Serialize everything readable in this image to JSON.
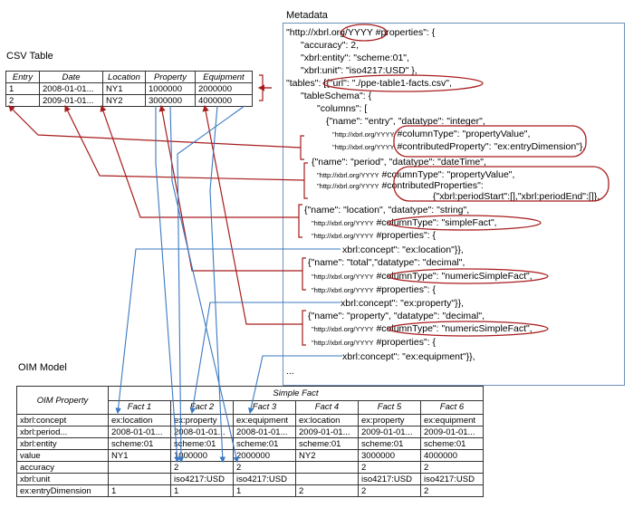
{
  "csv": {
    "title": "CSV Table",
    "headers": [
      "Entry",
      "Date",
      "Location",
      "Property",
      "Equipment"
    ],
    "rows": [
      [
        "1",
        "2008-01-01...",
        "NY1",
        "1000000",
        "2000000"
      ],
      [
        "2",
        "2009-01-01...",
        "NY2",
        "3000000",
        "4000000"
      ]
    ]
  },
  "metadata": {
    "title": "Metadata",
    "lines": [
      "\"http://xbrl.org/YYYY #properties\": {",
      "\"accuracy\": 2,",
      "\"xbrl:entity\": \"scheme:01\",",
      "\"xbrl:unit\": \"iso4217:USD\" },",
      "\"tables\": [{\"url\": \"./ppe-table1-facts.csv\",",
      "\"tableSchema\": {",
      "\"columns\": [",
      "{\"name\": \"entry\", \"datatype\": \"integer\",",
      "#columnType\": \"propertyValue\",",
      "#contributedProperty\": \"ex:entryDimension\"},",
      "{\"name\": \"period\", \"datatype\": \"dateTime\",",
      "#columnType\": \"propertyValue\",",
      "#contributedProperties\":",
      "{\"xbrl:periodStart\":[],\"xbrl:periodEnd\":[]},",
      "{\"name\": \"location\", \"datatype\": \"string\",",
      "#columnType\": \"simpleFact\",",
      "#properties\": {",
      "xbrl:concept\": \"ex:location\"}},",
      "{\"name\": \"total\",\"datatype\": \"decimal\",",
      "#columnType\": \"numericSimpleFact\",",
      "#properties\": {",
      "xbrl:concept\": \"ex:property\"}},",
      "{\"name\": \"property\", \"datatype\": \"decimal\",",
      "#columnType\": \"numericSimpleFact\",",
      "#properties\": {",
      "xbrl:concept\": \"ex:equipment\"}},",
      "..."
    ],
    "prefix": "\"http://xbrl.org/YYYY"
  },
  "oim": {
    "title": "OIM Model",
    "corner": "OIM Property",
    "group": "Simple Fact",
    "facts": [
      "Fact 1",
      "Fact 2",
      "Fact 3",
      "Fact 4",
      "Fact 5",
      "Fact 6"
    ],
    "rows": [
      [
        "xbrl:concept",
        "ex:location",
        "ex:property",
        "ex:equipment",
        "ex:location",
        "ex:property",
        "ex:equipment"
      ],
      [
        "xbrl:period...",
        "2008-01-01...",
        "2008-01-01...",
        "2008-01-01...",
        "2009-01-01...",
        "2009-01-01...",
        "2009-01-01..."
      ],
      [
        "xbrl:entity",
        "scheme:01",
        "scheme:01",
        "scheme:01",
        "scheme:01",
        "scheme:01",
        "scheme:01"
      ],
      [
        "value",
        "NY1",
        "1000000",
        "2000000",
        "NY2",
        "3000000",
        "4000000"
      ],
      [
        "accuracy",
        "",
        "2",
        "2",
        "",
        "2",
        "2"
      ],
      [
        "xbrl:unit",
        "",
        "iso4217:USD",
        "iso4217:USD",
        "",
        "iso4217:USD",
        "iso4217:USD"
      ],
      [
        "ex:entryDimension",
        "1",
        "1",
        "1",
        "2",
        "2",
        "2"
      ]
    ]
  },
  "colors": {
    "red": "#a81c1c",
    "blue": "#3a78c2",
    "frame": "#6b8fb8"
  }
}
